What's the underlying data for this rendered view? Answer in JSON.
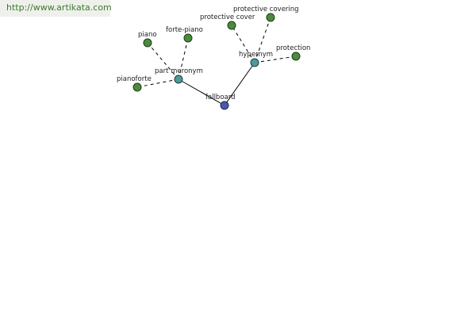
{
  "watermark": {
    "url_text": "http://www.artikata.com"
  },
  "graph": {
    "root": {
      "id": "fallboard",
      "label": "fallboard"
    },
    "relations": [
      {
        "id": "part-meronym",
        "label": "part meronym"
      },
      {
        "id": "hypernym",
        "label": "hypernym"
      }
    ],
    "leaves": [
      {
        "id": "piano",
        "label": "piano",
        "relation": "part-meronym"
      },
      {
        "id": "forte-piano",
        "label": "forte-piano",
        "relation": "part-meronym"
      },
      {
        "id": "pianoforte",
        "label": "pianoforte",
        "relation": "part-meronym"
      },
      {
        "id": "protective-cover",
        "label": "protective cover",
        "relation": "hypernym"
      },
      {
        "id": "protective-covering",
        "label": "protective covering",
        "relation": "hypernym"
      },
      {
        "id": "protection",
        "label": "protection",
        "relation": "hypernym"
      }
    ]
  },
  "colors": {
    "leaf_node": "#4c8a3e",
    "relation_node": "#4e9a9a",
    "root_node": "#4a59a8",
    "watermark_bg": "#eef0ec",
    "watermark_text": "#3f7a2a"
  }
}
